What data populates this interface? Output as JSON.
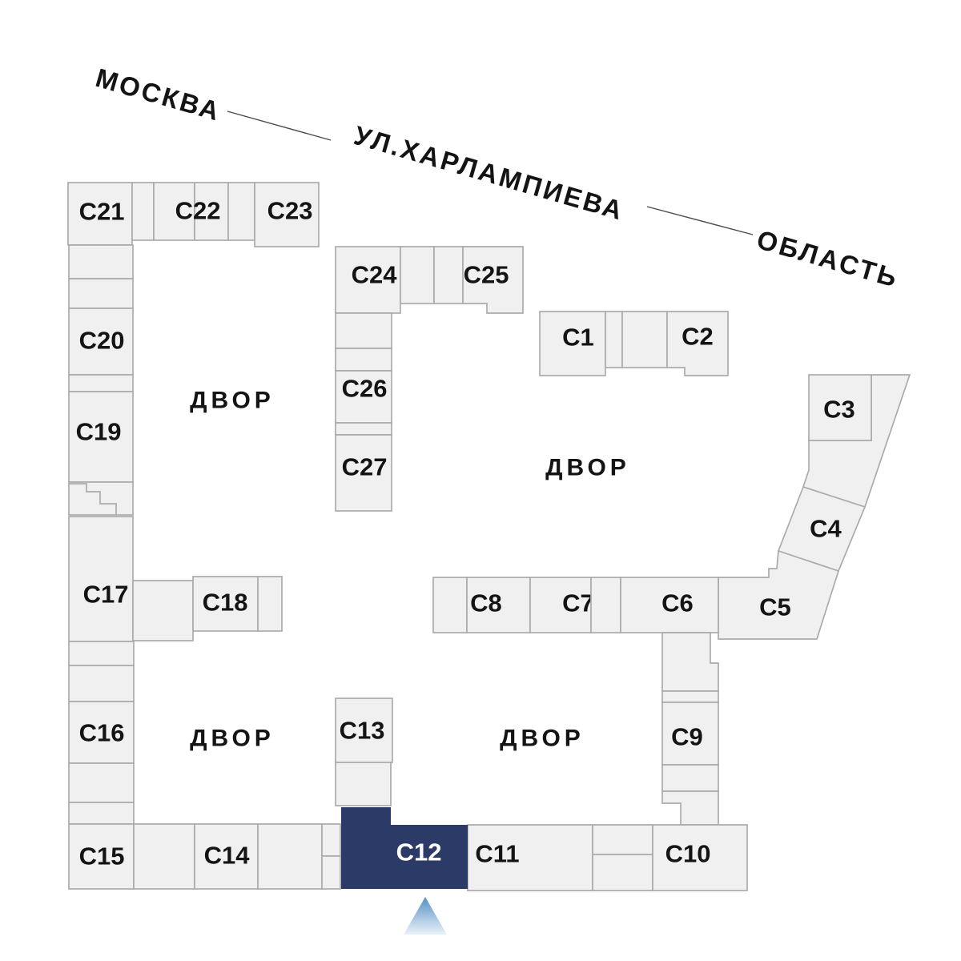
{
  "street": {
    "city": "МОСКВА",
    "name": "УЛ.ХАРЛАМПИЕВА",
    "region": "ОБЛАСТЬ"
  },
  "courtyards": [
    {
      "label": "ДВОР"
    },
    {
      "label": "ДВОР"
    },
    {
      "label": "ДВОР"
    },
    {
      "label": "ДВОР"
    }
  ],
  "buildings": {
    "c1": {
      "label": "С1"
    },
    "c2": {
      "label": "С2"
    },
    "c3": {
      "label": "С3"
    },
    "c4": {
      "label": "С4"
    },
    "c5": {
      "label": "С5"
    },
    "c6": {
      "label": "С6"
    },
    "c7": {
      "label": "С7"
    },
    "c8": {
      "label": "С8"
    },
    "c9": {
      "label": "С9"
    },
    "c10": {
      "label": "С10"
    },
    "c11": {
      "label": "С11"
    },
    "c12": {
      "label": "С12"
    },
    "c13": {
      "label": "С13"
    },
    "c14": {
      "label": "С14"
    },
    "c15": {
      "label": "С15"
    },
    "c16": {
      "label": "С16"
    },
    "c17": {
      "label": "С17"
    },
    "c18": {
      "label": "С18"
    },
    "c19": {
      "label": "С19"
    },
    "c20": {
      "label": "С20"
    },
    "c21": {
      "label": "С21"
    },
    "c22": {
      "label": "С22"
    },
    "c23": {
      "label": "С23"
    },
    "c24": {
      "label": "С24"
    },
    "c25": {
      "label": "С25"
    },
    "c26": {
      "label": "С26"
    },
    "c27": {
      "label": "С27"
    }
  },
  "selected_building": "С12",
  "colors": {
    "background": "#ffffff",
    "cell_fill": "#f0f0f0",
    "cell_stroke": "#ababab",
    "highlight_fill": "#2b3a66",
    "highlight_text": "#ffffff",
    "label_text": "#141414",
    "street_line": "#4a4a4a",
    "marker_top": "#5590c4",
    "marker_bottom": "#eaf2f9"
  }
}
